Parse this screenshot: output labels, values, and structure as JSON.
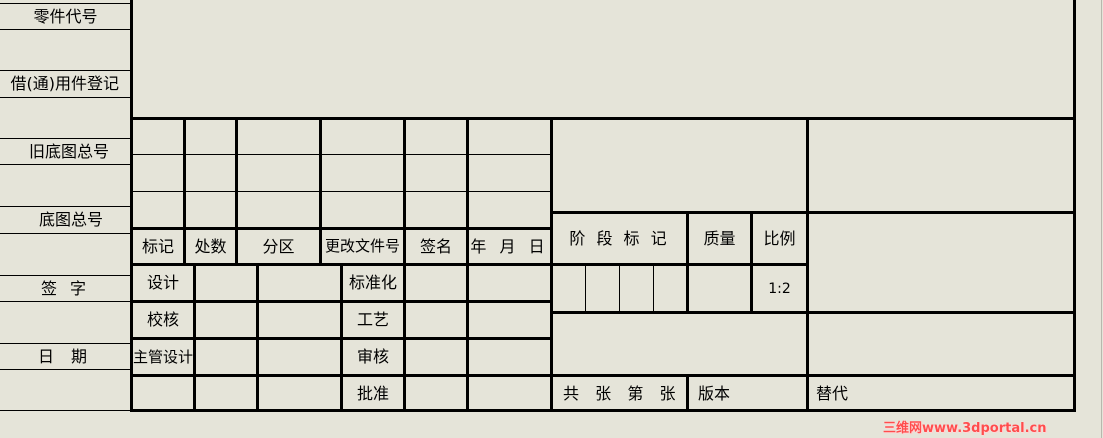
{
  "left_column": {
    "part_code": "零件代号",
    "borrowed_register": "借(通)用件登记",
    "old_base_number": "旧底图总号",
    "base_number": "底图总号",
    "signature": "签 字",
    "date": "日 期"
  },
  "revision_table": {
    "headers": {
      "mark": "标记",
      "count": "处数",
      "zone": "分区",
      "change_doc_no": "更改文件号",
      "signature": "签名",
      "date": "年 月 日"
    }
  },
  "approval_table": {
    "design": "设计",
    "check": "校核",
    "chief_design": "主管设计",
    "standardization": "标准化",
    "process": "工艺",
    "review": "审核",
    "approve": "批准"
  },
  "info_block": {
    "stage_mark": "阶 段 标 记",
    "mass": "质量",
    "scale": "比例",
    "scale_value": "1:2",
    "sheets": "共  张  第  张",
    "version": "版本",
    "replaces": "替代"
  },
  "watermark": "三维网www.3dportal.cn",
  "colors": {
    "background": "#e5e4d9",
    "lines": "#000000",
    "watermark": "#ff4d4d"
  }
}
